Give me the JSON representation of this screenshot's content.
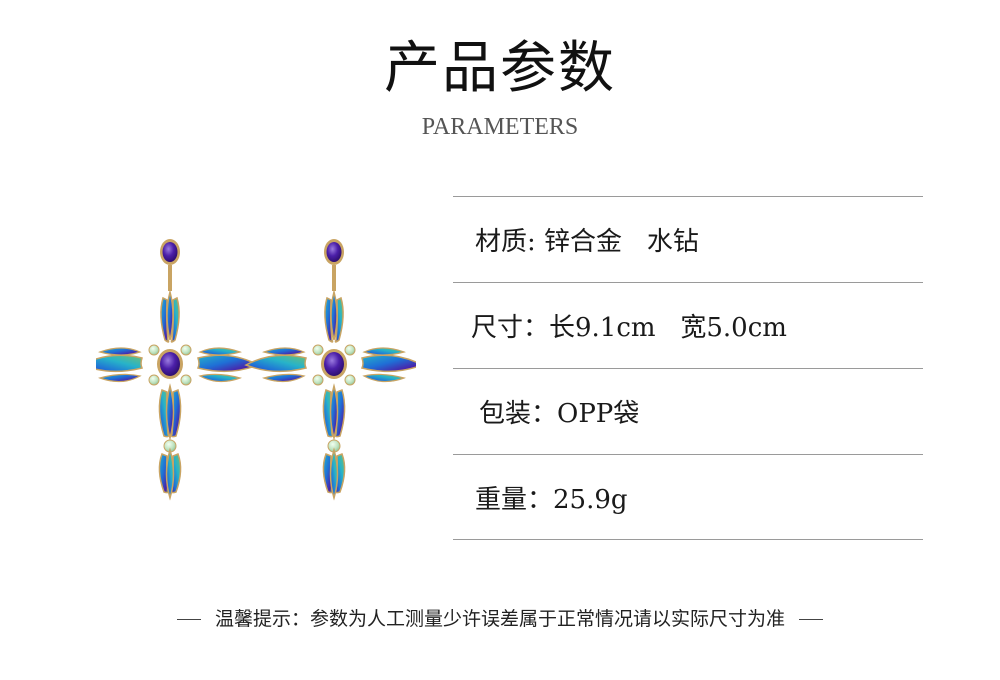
{
  "header": {
    "title": "产品参数",
    "subtitle": "PARAMETERS"
  },
  "params": [
    {
      "text": "材质: 锌合金   水钻"
    },
    {
      "text": "尺寸：长9.1cm   宽5.0cm"
    },
    {
      "text": "包装：OPP袋"
    },
    {
      "text": "重量：25.9g"
    }
  ],
  "notice": {
    "text": "温馨提示：参数为人工测量少许误差属于正常情况请以实际尺寸为准"
  },
  "product_image": {
    "icon": "cross-earrings-icon",
    "colors": {
      "gold": "#c9a463",
      "purple": "#4b1fa8",
      "blue": "#1f6fd6",
      "teal": "#27b3c9",
      "green": "#6fbf73"
    }
  }
}
